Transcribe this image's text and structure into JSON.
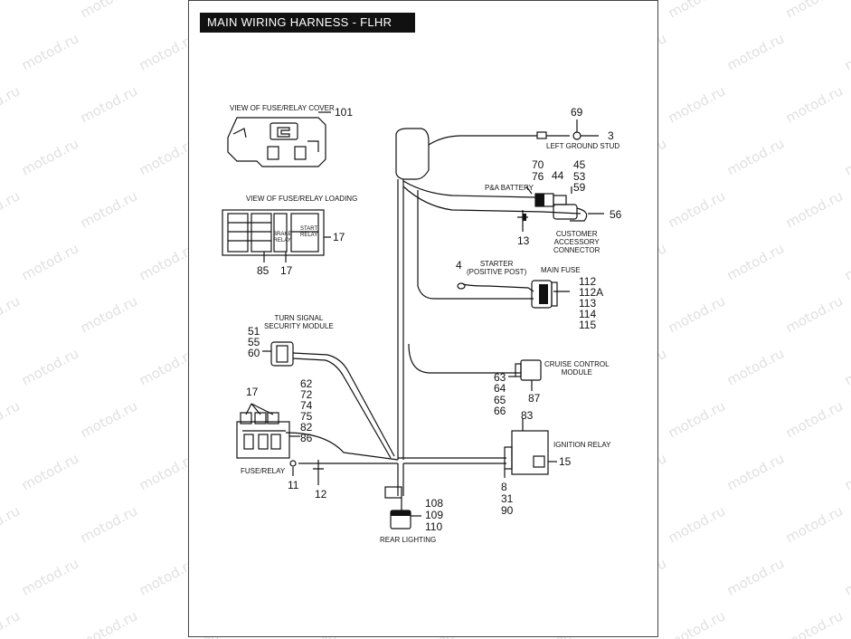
{
  "title": "MAIN WIRING HARNESS - FLHR",
  "watermark": "motod.ru",
  "labels": {
    "fuse_cover": "VIEW OF FUSE/RELAY COVER",
    "fuse_loading": "VIEW OF FUSE/RELAY LOADING",
    "left_ground": "LEFT GROUND STUD",
    "pa_battery": "P&A BATTERY",
    "customer_1": "CUSTOMER",
    "customer_2": "ACCESSORY",
    "customer_3": "CONNECTOR",
    "starter_1": "STARTER",
    "starter_2": "(POSITIVE POST)",
    "main_fuse": "MAIN FUSE",
    "turn_signal_1": "TURN SIGNAL",
    "turn_signal_2": "SECURITY MODULE",
    "cruise_1": "CRUISE CONTROL",
    "cruise_2": "MODULE",
    "ignition_relay": "IGNITION RELAY",
    "fuse_relay": "FUSE/RELAY",
    "rear_lighting": "REAR LIGHTING",
    "brake_relay_1": "BRAKE",
    "brake_relay_2": "RELAY",
    "start_relay_1": "START",
    "start_relay_2": "RELAY"
  },
  "numbers": {
    "n101": "101",
    "n17a": "17",
    "n85": "85",
    "n17b": "17",
    "n69": "69",
    "n3": "3",
    "n70": "70",
    "n76": "76",
    "n44": "44",
    "n45": "45",
    "n53": "53",
    "n59": "59",
    "n56": "56",
    "n13": "13",
    "n4": "4",
    "n112": "112",
    "n112a": "112A",
    "n113": "113",
    "n114": "114",
    "n115": "115",
    "n51": "51",
    "n55": "55",
    "n60": "60",
    "n17c": "17",
    "n62": "62",
    "n72": "72",
    "n74": "74",
    "n75": "75",
    "n82": "82",
    "n86": "86",
    "n63": "63",
    "n64": "64",
    "n65": "65",
    "n66": "66",
    "n87": "87",
    "n83": "83",
    "n15": "15",
    "n8": "8",
    "n31": "31",
    "n90": "90",
    "n11": "11",
    "n12": "12",
    "n108": "108",
    "n109": "109",
    "n110": "110"
  }
}
